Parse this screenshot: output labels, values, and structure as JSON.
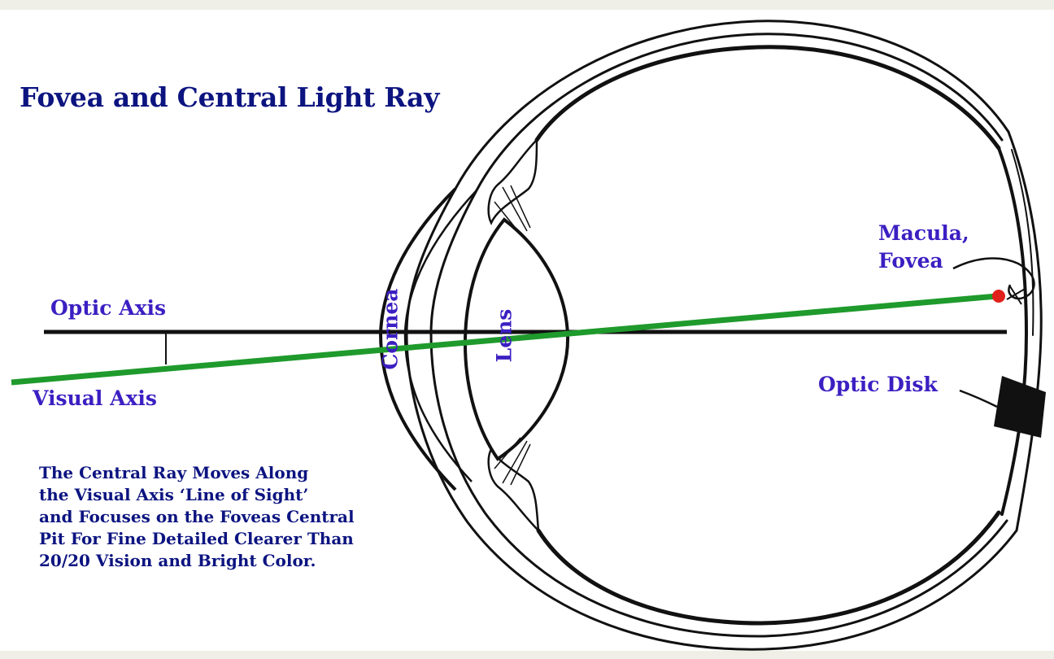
{
  "title": "Fovea and Central Light Ray",
  "labels": {
    "optic_axis": "Optic Axis",
    "visual_axis": "Visual Axis",
    "cornea": "Cornea",
    "lens": "Lens",
    "macula_line1": "Macula,",
    "macula_line2": "Fovea",
    "optic_disk": "Optic Disk"
  },
  "caption": [
    "The Central Ray Moves Along",
    "the Visual Axis ‘Line of Sight’",
    "and Focuses on the Foveas Central",
    "Pit For Fine Detailed Clearer Than",
    "20/20 Vision and Bright Color."
  ],
  "colors": {
    "title": "#0c1480",
    "label": "#3c1fc2",
    "visual_axis_line": "#1f9a2c",
    "fovea_dot": "#e0201a",
    "outline": "#111111"
  }
}
